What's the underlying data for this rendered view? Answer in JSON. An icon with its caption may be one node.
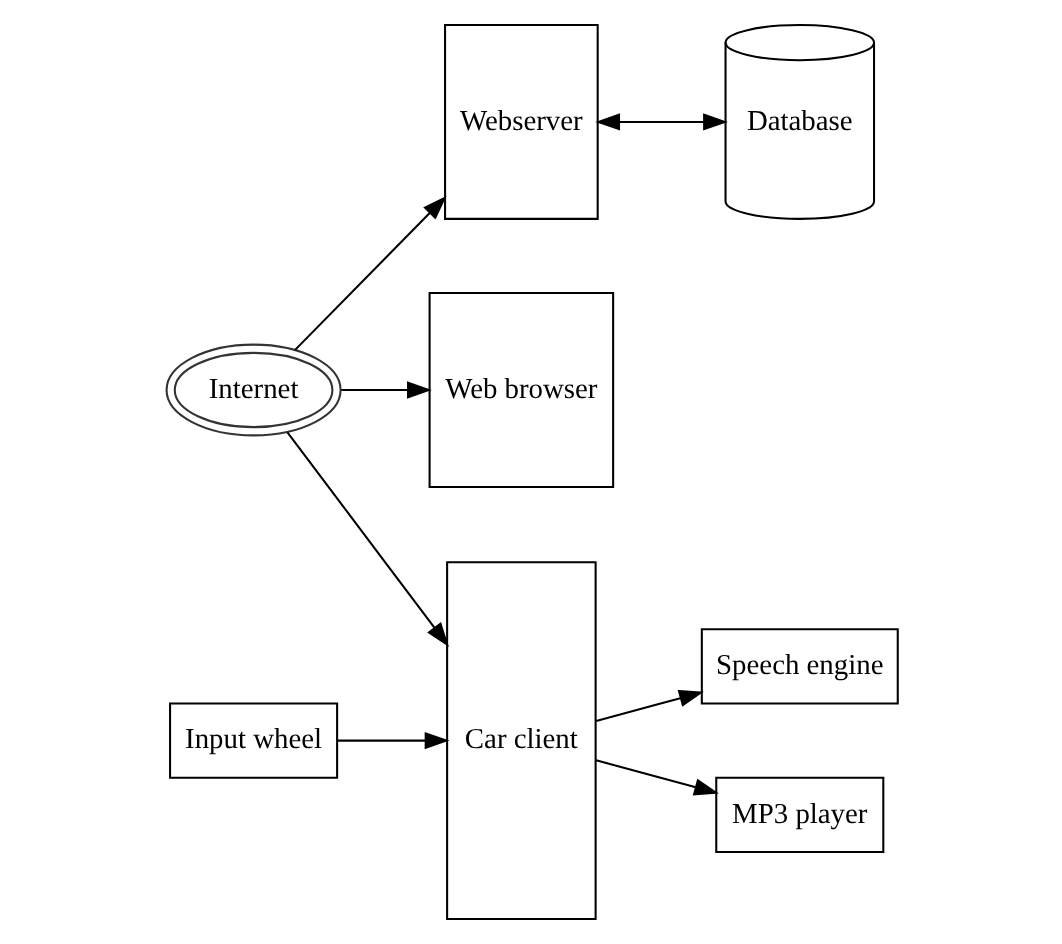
{
  "diagram": {
    "nodes": [
      {
        "text": [
          "Webserver"
        ]
      },
      {
        "text": [
          "Internet"
        ]
      },
      {
        "text": [
          "Web browser"
        ]
      },
      {
        "text": [
          "Database"
        ]
      },
      {
        "text": [
          "Car client"
        ]
      },
      {
        "text": [
          "Speech engine"
        ]
      },
      {
        "text": [
          "MP3 player"
        ]
      },
      {
        "text": [
          "Input wheel"
        ]
      }
    ],
    "edges": [
      {
        "from": 1,
        "to": 0,
        "arrow": "to"
      },
      {
        "from": 1,
        "to": 2,
        "arrow": "to"
      },
      {
        "from": 0,
        "to": 3,
        "arrow": "both"
      },
      {
        "from": 1,
        "to": 4,
        "arrow": "to"
      },
      {
        "from": 4,
        "to": 5,
        "arrow": "to"
      },
      {
        "from": 4,
        "to": 6,
        "arrow": "to"
      },
      {
        "from": 7,
        "to": 4,
        "arrow": "to"
      }
    ]
  }
}
